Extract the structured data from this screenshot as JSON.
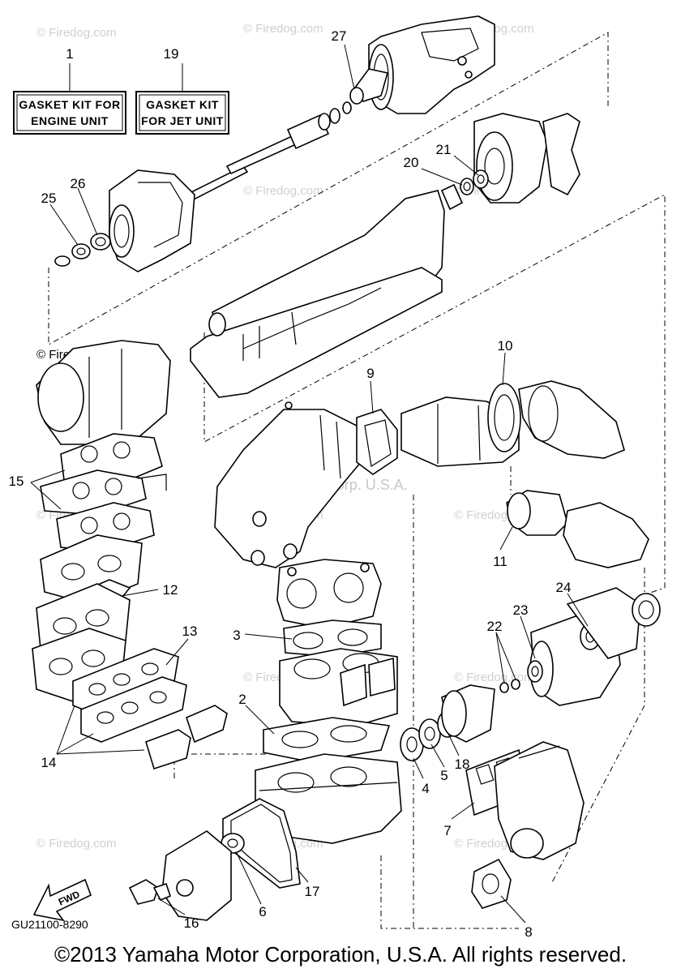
{
  "kit_boxes": [
    {
      "number": "1",
      "line1": "GASKET KIT FOR",
      "line2": "ENGINE UNIT"
    },
    {
      "number": "19",
      "line1": "GASKET KIT",
      "line2": "FOR JET UNIT"
    }
  ],
  "callouts": [
    "27",
    "21",
    "20",
    "26",
    "25",
    "10",
    "9",
    "15",
    "11",
    "12",
    "24",
    "23",
    "22",
    "3",
    "13",
    "2",
    "18",
    "5",
    "4",
    "14",
    "7",
    "17",
    "6",
    "16",
    "8"
  ],
  "watermark": "© Firedog.com",
  "center_watermark": "Yamaha Motor Corp. U.S.A.",
  "fwd_label": "FWD",
  "diagram_code": "GU21100-8290",
  "footer": "©2013 Yamaha Motor Corporation, U.S.A. All rights reserved."
}
